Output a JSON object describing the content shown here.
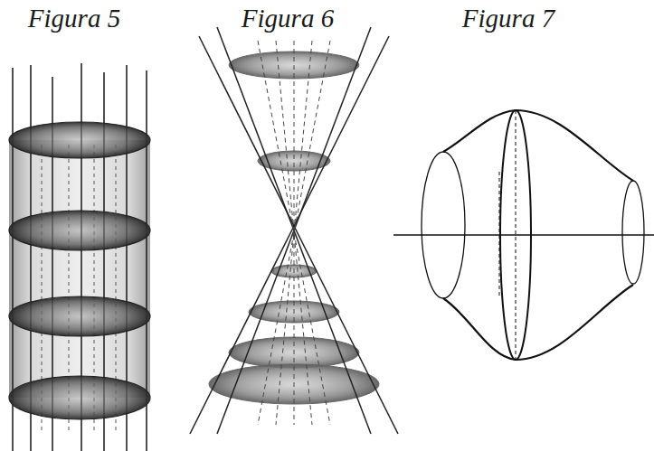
{
  "diagram": {
    "labels": [
      "Figura 5",
      "Figura 6",
      "Figura 7"
    ]
  }
}
